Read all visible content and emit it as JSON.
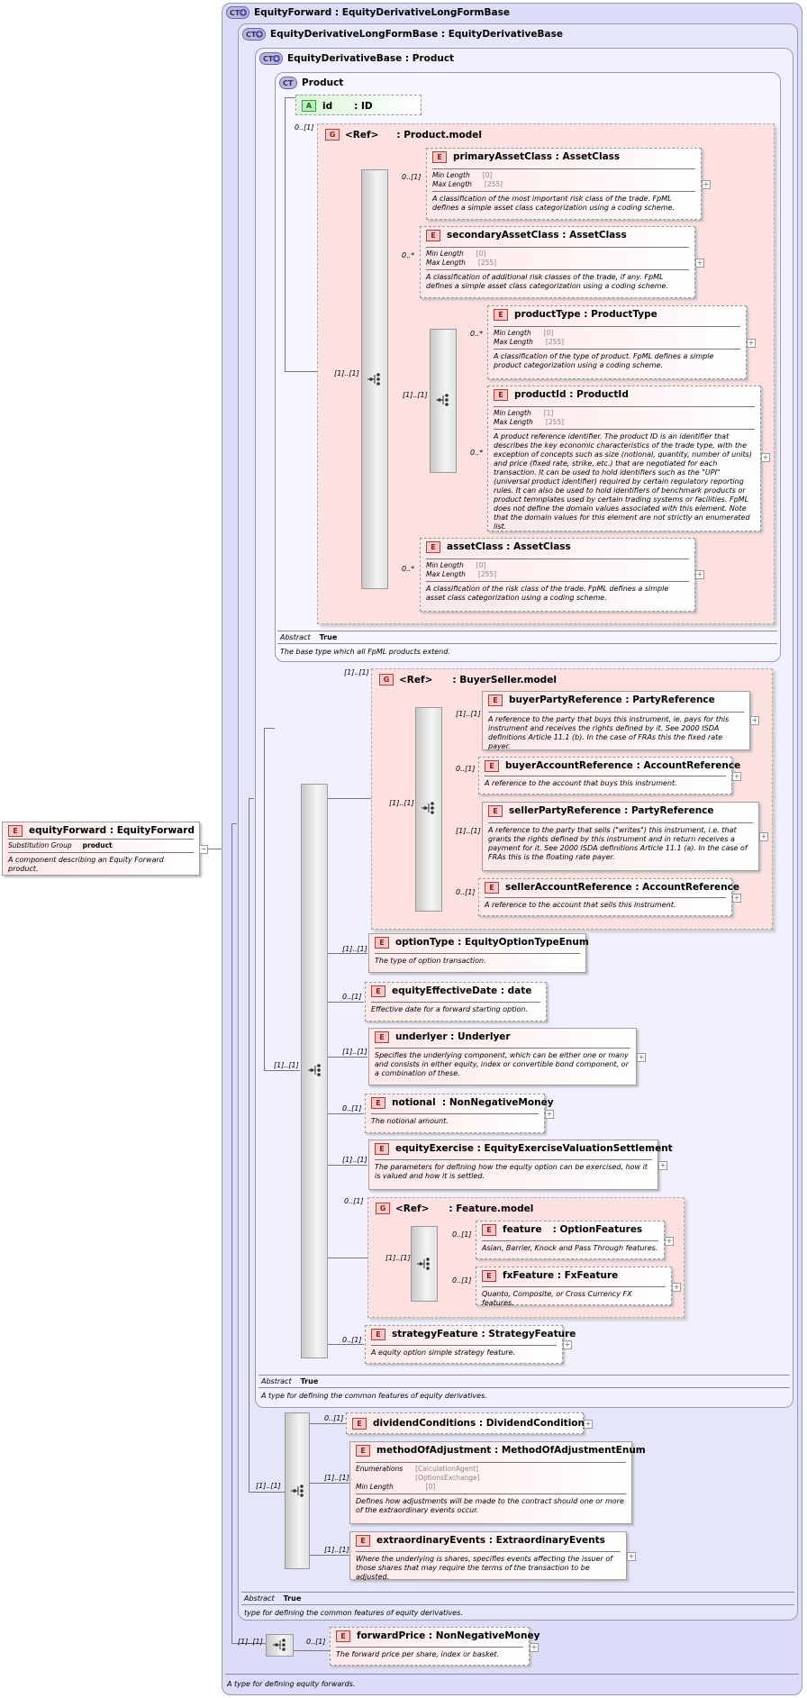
{
  "containers": {
    "equity_forward": {
      "name": "EquityForward",
      "base": "EquityDerivativeLongFormBase",
      "doc": "A type for defining equity forwards."
    },
    "long_form_base": {
      "name": "EquityDerivativeLongFormBase",
      "base": "EquityDerivativeBase",
      "abstract_label": "Abstract",
      "abstract_value": "True",
      "doc": "type for defining the common features of equity derivatives."
    },
    "derivative_base": {
      "name": "EquityDerivativeBase",
      "base": "Product",
      "abstract_label": "Abstract",
      "abstract_value": "True",
      "doc": "A type for defining the common features of equity derivatives."
    },
    "product": {
      "name": "Product",
      "abstract_label": "Abstract",
      "abstract_value": "True",
      "doc": "The base type which all FpML products extend."
    }
  },
  "badges": {
    "ct": "CT",
    "e": "E",
    "g": "G",
    "a": "A"
  },
  "root_element": {
    "name": "equityForward",
    "type": "EquityForward",
    "prop_label": "Substitution Group",
    "prop_value": "product",
    "doc": "A component describing an Equity Forward product."
  },
  "attribute": {
    "name": "id",
    "type": "ID"
  },
  "groups": {
    "product_model": {
      "ref": "<Ref>",
      "name": "Product.model",
      "card": "0..[1]"
    },
    "buyer_seller_model": {
      "ref": "<Ref>",
      "name": "BuyerSeller.model",
      "card": "[1]..[1]"
    },
    "feature_model": {
      "ref": "<Ref>",
      "name": "Feature.model",
      "card": "0..[1]"
    }
  },
  "labels": {
    "min_length": "Min Length",
    "max_length": "Max Length",
    "enumerations": "Enumerations"
  },
  "elements": {
    "primaryAssetClass": {
      "name": "primaryAssetClass",
      "type": "AssetClass",
      "card": "0..[1]",
      "min": "[0]",
      "max": "[255]",
      "doc": "A classification of the most important risk class of the trade. FpML defines a simple asset class categorization using a coding scheme."
    },
    "secondaryAssetClass": {
      "name": "secondaryAssetClass",
      "type": "AssetClass",
      "card": "0..*",
      "min": "[0]",
      "max": "[255]",
      "doc": "A classification of additional risk classes of the trade, if any. FpML defines a simple asset class categorization using a coding scheme."
    },
    "productType": {
      "name": "productType",
      "type": "ProductType",
      "card": "0..*",
      "min": "[0]",
      "max": "[255]",
      "doc": "A classification of the type of product. FpML defines a simple product categorization using a coding scheme."
    },
    "productId": {
      "name": "productId",
      "type": "ProductId",
      "card": "0..*",
      "min": "[1]",
      "max": "[255]",
      "doc": "A product reference identifier. The product ID is an identifier that describes the key economic characteristics of the trade type, with the exception of concepts such as size (notional, quantity, number of units) and price (fixed rate, strike, etc.) that are negotiated for each transaction. It can be used to hold identifiers such as the \"UPI\" (universal product identifier) required by certain regulatory reporting rules. It can also be used to hold identifiers of benchmark products or product temnplates used by certain trading systems or facilities. FpML does not define the domain values associated with this element. Note that the domain values for this element are not strictly an enumerated list."
    },
    "assetClass": {
      "name": "assetClass",
      "type": "AssetClass",
      "card": "0..*",
      "min": "[0]",
      "max": "[255]",
      "doc": "A classification of the risk class of the trade. FpML defines a simple asset class categorization using a coding scheme."
    },
    "buyerPartyReference": {
      "name": "buyerPartyReference",
      "type": "PartyReference",
      "card": "[1]..[1]",
      "doc": "A reference to the party that buys this instrument, ie. pays for this instrument and receives the rights defined by it. See 2000 ISDA definitions Article 11.1 (b). In the case of FRAs this the fixed rate payer."
    },
    "buyerAccountReference": {
      "name": "buyerAccountReference",
      "type": "AccountReference",
      "card": "0..[1]",
      "doc": "A reference to the account that buys this instrument."
    },
    "sellerPartyReference": {
      "name": "sellerPartyReference",
      "type": "PartyReference",
      "card": "[1]..[1]",
      "doc": "A reference to the party that sells (\"writes\") this instrument, i.e. that grants the rights defined by this instrument and in return receives a payment for it. See 2000 ISDA definitions Article 11.1 (a). In the case of FRAs this is the floating rate payer."
    },
    "sellerAccountReference": {
      "name": "sellerAccountReference",
      "type": "AccountReference",
      "card": "0..[1]",
      "doc": "A reference to the account that sells this instrument."
    },
    "optionType": {
      "name": "optionType",
      "type": "EquityOptionTypeEnum",
      "card": "[1]..[1]",
      "doc": "The type of option transaction."
    },
    "equityEffectiveDate": {
      "name": "equityEffectiveDate",
      "type": "date",
      "card": "0..[1]",
      "doc": "Effective date for a forward starting option."
    },
    "underlyer": {
      "name": "underlyer",
      "type": "Underlyer",
      "card": "[1]..[1]",
      "doc": "Specifies the underlying component, which can be either one or many and consists in either equity, index or convertible bond component, or a combination of these."
    },
    "notional": {
      "name": "notional",
      "type": "NonNegativeMoney",
      "card": "0..[1]",
      "doc": "The notional amount."
    },
    "equityExercise": {
      "name": "equityExercise",
      "type": "EquityExerciseValuationSettlement",
      "card": "[1]..[1]",
      "doc": "The parameters for defining how the equity option can be exercised, how it is valued and how it is settled."
    },
    "feature": {
      "name": "feature",
      "type": "OptionFeatures",
      "card": "0..[1]",
      "doc": "Asian, Barrier, Knock and Pass Through features."
    },
    "fxFeature": {
      "name": "fxFeature",
      "type": "FxFeature",
      "card": "0..[1]",
      "doc": "Quanto, Composite, or Cross Currency FX features."
    },
    "strategyFeature": {
      "name": "strategyFeature",
      "type": "StrategyFeature",
      "card": "0..[1]",
      "doc": "A equity option simple strategy feature."
    },
    "dividendConditions": {
      "name": "dividendConditions",
      "type": "DividendConditions",
      "card": "0..[1]"
    },
    "methodOfAdjustment": {
      "name": "methodOfAdjustment",
      "type": "MethodOfAdjustmentEnum",
      "card": "[1]..[1]",
      "enum1": "[CalculationAgent]",
      "enum2": "[OptionsExchange]",
      "min": "[0]",
      "doc": "Defines how adjustments will be made to the contract should one or more of the extraordinary events occur."
    },
    "extraordinaryEvents": {
      "name": "extraordinaryEvents",
      "type": "ExtraordinaryEvents",
      "card": "[1]..[1]",
      "doc": "Where the underlying is shares, specifies events affecting the issuer of those shares that may require the terms of the transaction to be adjusted."
    },
    "forwardPrice": {
      "name": "forwardPrice",
      "type": "NonNegativeMoney",
      "card": "0..[1]",
      "doc": "The forward price per share, index or basket."
    }
  },
  "sequence_cards": {
    "product_seq": "[1]..[1]",
    "product_type_seq": "[1]..[1]",
    "buyer_seller_seq": "[1]..[1]",
    "deriv_seq": "[1]..[1]",
    "feature_seq": "[1]..[1]",
    "long_form_seq": "[1]..[1]",
    "forward_seq": "[1]..[1]"
  },
  "separator": ":"
}
